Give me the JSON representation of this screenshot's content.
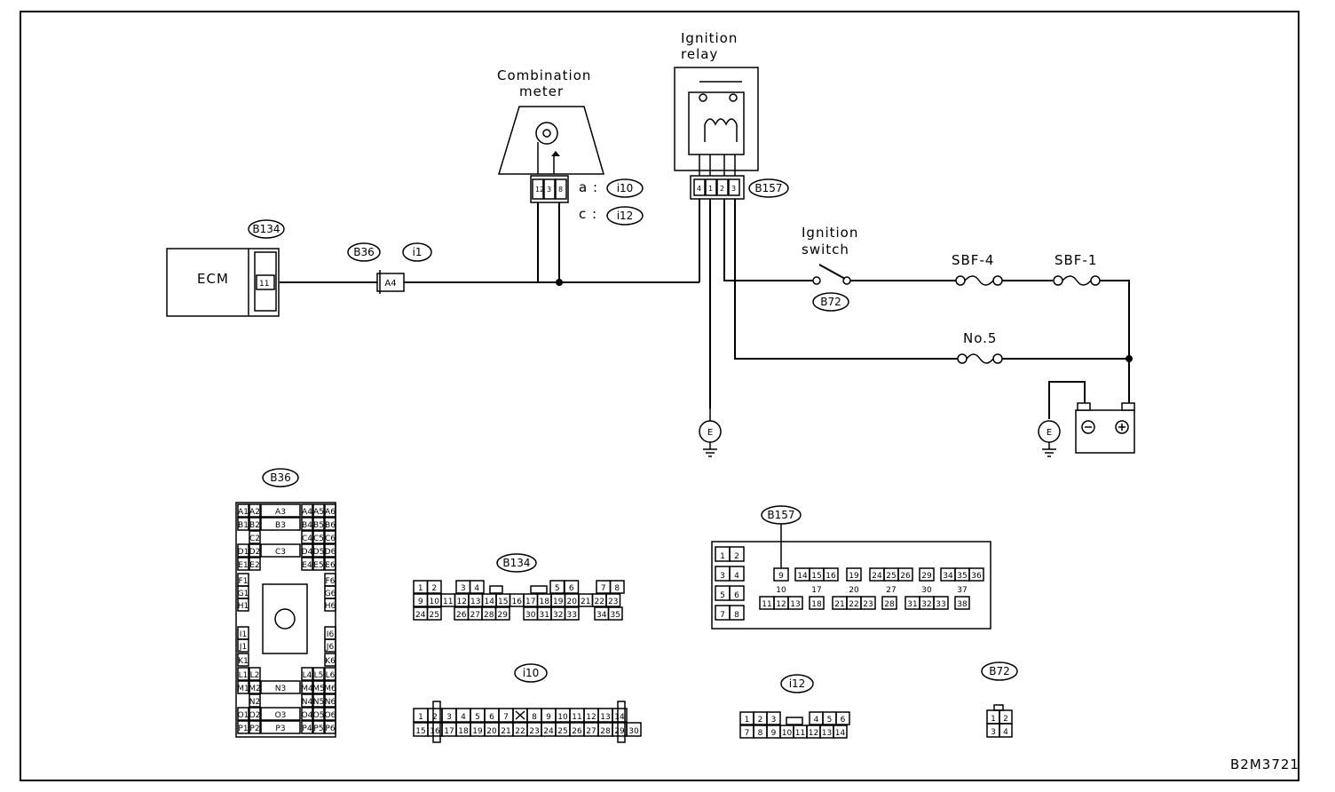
{
  "diagram_code": "B2M3721",
  "labels": {
    "combination_meter": [
      "Combination",
      "meter"
    ],
    "ignition_relay": [
      "Ignition",
      "relay"
    ],
    "ignition_switch": [
      "Ignition",
      "switch"
    ],
    "ecm": "ECM",
    "sbf4": "SBF-4",
    "sbf1": "SBF-1",
    "no5": "No.5",
    "ground": "E",
    "a_prefix": "a :",
    "c_prefix": "c :",
    "ecm_pin": "11",
    "joint_pin": "A4",
    "meter_pins": [
      "12",
      "3",
      "8"
    ],
    "relay_pins": [
      "4",
      "1",
      "2",
      "3"
    ]
  },
  "connector_ids": {
    "b134": "B134",
    "b36": "B36",
    "i1": "i1",
    "i10": "i10",
    "i12": "i12",
    "b157": "B157",
    "b72": "B72"
  },
  "b36_pins": {
    "top_rows": [
      [
        "A1",
        "A2",
        "A3",
        "A4",
        "A5",
        "A6"
      ],
      [
        "B1",
        "B2",
        "B3",
        "B4",
        "B5",
        "B6"
      ],
      [
        "C2",
        "C4",
        "C5",
        "C6"
      ],
      [
        "D1",
        "D2",
        "C3",
        "D4",
        "D5",
        "D6"
      ],
      [
        "E1",
        "E2",
        "E4",
        "E5",
        "E6"
      ]
    ],
    "left_col": [
      "F1",
      "G1",
      "H1",
      "I1",
      "J1",
      "K1"
    ],
    "right_col": [
      "F6",
      "G6",
      "H6",
      "I6",
      "J6",
      "K6"
    ],
    "bottom_rows": [
      [
        "L1",
        "L2",
        "L4",
        "L5",
        "L6"
      ],
      [
        "M1",
        "M2",
        "N3",
        "M4",
        "M5",
        "M6"
      ],
      [
        "N2",
        "N4",
        "N5",
        "N6"
      ],
      [
        "O1",
        "O2",
        "O3",
        "O4",
        "O5",
        "O6"
      ],
      [
        "P1",
        "P2",
        "P3",
        "P4",
        "P5",
        "P6"
      ]
    ]
  },
  "b134_pins": [
    [
      "1",
      "2",
      "3",
      "4",
      "5",
      "6",
      "7",
      "8"
    ],
    [
      "9",
      "10",
      "11",
      "12",
      "13",
      "14",
      "15",
      "16",
      "17",
      "18",
      "19",
      "20",
      "21",
      "22",
      "23"
    ],
    [
      "24",
      "25",
      "26",
      "27",
      "28",
      "29",
      "30",
      "31",
      "32",
      "33",
      "34",
      "35"
    ]
  ],
  "b157_pins": {
    "left": [
      [
        "1",
        "2"
      ],
      [
        "3",
        "4"
      ],
      [
        "5",
        "6"
      ],
      [
        "7",
        "8"
      ]
    ],
    "r1": [
      "9",
      "14",
      "15",
      "16",
      "19",
      "24",
      "25",
      "26",
      "29",
      "34",
      "35",
      "36"
    ],
    "r2": [
      "10",
      "17",
      "20",
      "27",
      "30",
      "37"
    ],
    "r3": [
      "11",
      "12",
      "13",
      "18",
      "21",
      "22",
      "23",
      "28",
      "31",
      "32",
      "33",
      "38"
    ]
  },
  "i10_pins": [
    [
      "1",
      "2",
      "3",
      "4",
      "5",
      "6",
      "7",
      "8",
      "9",
      "10",
      "11",
      "12",
      "13",
      "14"
    ],
    [
      "15",
      "16",
      "17",
      "18",
      "19",
      "20",
      "21",
      "22",
      "23",
      "24",
      "25",
      "26",
      "27",
      "28",
      "29",
      "30"
    ]
  ],
  "i12_pins": [
    [
      "1",
      "2",
      "3",
      "4",
      "5",
      "6"
    ],
    [
      "7",
      "8",
      "9",
      "10",
      "11",
      "12",
      "13",
      "14"
    ]
  ],
  "b72_pins": [
    [
      "1",
      "2"
    ],
    [
      "3",
      "4"
    ]
  ]
}
